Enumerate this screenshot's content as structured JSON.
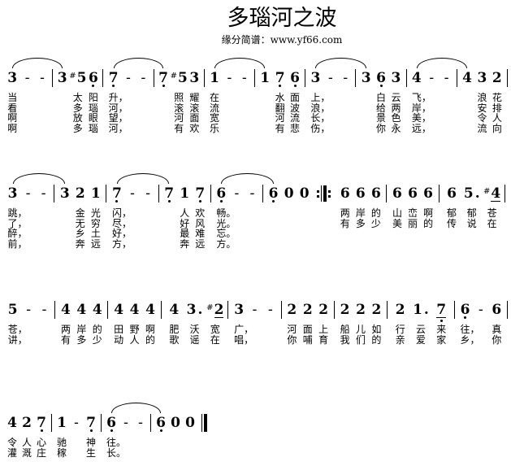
{
  "title": "多瑙河之波",
  "subtitle": "缘分简谱：www.yf66.com",
  "score": {
    "rows": [
      {
        "measures": [
          {
            "notes": [
              {
                "n": "3",
                "lyrics": [
                  "当",
                  "看",
                  "啊",
                  "啊"
                ]
              },
              {
                "n": "-"
              },
              {
                "n": "-"
              }
            ]
          },
          {
            "notes": [
              {
                "n": "3"
              },
              {
                "n": "5",
                "acc": "#",
                "lyrics": [
                  "太",
                  "多",
                  "放",
                  "多"
                ]
              },
              {
                "n": "6",
                "low": true,
                "lyrics": [
                  "阳",
                  "瑙",
                  "眼",
                  "瑙"
                ]
              }
            ]
          },
          {
            "notes": [
              {
                "n": "7",
                "low": true,
                "lyrics": [
                  "升，",
                  "河，",
                  "望，",
                  "河，"
                ]
              },
              {
                "n": "-"
              },
              {
                "n": "-"
              }
            ]
          },
          {
            "notes": [
              {
                "n": "7",
                "low": true
              },
              {
                "n": "5",
                "acc": "#",
                "lyrics": [
                  "照",
                  "滚",
                  "河",
                  "有"
                ]
              },
              {
                "n": "3",
                "lyrics": [
                  "耀",
                  "滚",
                  "面",
                  "欢"
                ]
              }
            ]
          },
          {
            "notes": [
              {
                "n": "1",
                "lyrics": [
                  "在",
                  "流",
                  "宽",
                  "乐"
                ]
              },
              {
                "n": "-"
              },
              {
                "n": "-"
              }
            ]
          },
          {
            "notes": [
              {
                "n": "1"
              },
              {
                "n": "7",
                "low": true,
                "lyrics": [
                  "水",
                  "翻",
                  "河",
                  "有"
                ]
              },
              {
                "n": "6",
                "low": true,
                "lyrics": [
                  "面",
                  "波",
                  "流",
                  "悲"
                ]
              }
            ]
          },
          {
            "notes": [
              {
                "n": "3",
                "lyrics": [
                  "上，",
                  "浪，",
                  "长，",
                  "伤，"
                ]
              },
              {
                "n": "-"
              },
              {
                "n": "-"
              }
            ]
          },
          {
            "notes": [
              {
                "n": "3"
              },
              {
                "n": "6",
                "low": true,
                "lyrics": [
                  "白",
                  "给",
                  "景",
                  "你"
                ]
              },
              {
                "n": "3",
                "lyrics": [
                  "云",
                  "两",
                  "色",
                  "永"
                ]
              }
            ]
          },
          {
            "notes": [
              {
                "n": "4",
                "lyrics": [
                  "飞，",
                  "岸，",
                  "美，",
                  "远，"
                ]
              },
              {
                "n": "-"
              },
              {
                "n": "-"
              }
            ]
          },
          {
            "notes": [
              {
                "n": "4"
              },
              {
                "n": "3",
                "lyrics": [
                  "浪",
                  "安",
                  "令",
                  "流"
                ]
              },
              {
                "n": "2",
                "lyrics": [
                  "花",
                  "排",
                  "人",
                  "向"
                ]
              }
            ]
          }
        ],
        "slurs": [
          {
            "from": [
              0,
              0
            ],
            "to": [
              1,
              0
            ]
          },
          {
            "from": [
              2,
              0
            ],
            "to": [
              3,
              0
            ]
          },
          {
            "from": [
              4,
              0
            ],
            "to": [
              5,
              0
            ]
          },
          {
            "from": [
              6,
              0
            ],
            "to": [
              7,
              0
            ]
          },
          {
            "from": [
              8,
              0
            ],
            "to": [
              9,
              0
            ]
          }
        ]
      },
      {
        "measures": [
          {
            "notes": [
              {
                "n": "3",
                "lyrics": [
                  "跳，",
                  "了，",
                  "醉，",
                  "前，"
                ]
              },
              {
                "n": "-"
              },
              {
                "n": "-"
              }
            ]
          },
          {
            "notes": [
              {
                "n": "3"
              },
              {
                "n": "2",
                "lyrics": [
                  "金",
                  "无",
                  "乡",
                  "奔"
                ]
              },
              {
                "n": "1",
                "lyrics": [
                  "光",
                  "穷",
                  "土",
                  "远"
                ]
              }
            ]
          },
          {
            "notes": [
              {
                "n": "7",
                "low": true,
                "lyrics": [
                  "闪，",
                  "尽，",
                  "好，",
                  "方，"
                ]
              },
              {
                "n": "-"
              },
              {
                "n": "-"
              }
            ]
          },
          {
            "notes": [
              {
                "n": "7",
                "low": true
              },
              {
                "n": "1",
                "lyrics": [
                  "人",
                  "好",
                  "最",
                  "奔"
                ]
              },
              {
                "n": "7",
                "low": true,
                "lyrics": [
                  "欢",
                  "风",
                  "难",
                  "远"
                ]
              }
            ]
          },
          {
            "notes": [
              {
                "n": "6",
                "low": true,
                "lyrics": [
                  "畅。",
                  "光。",
                  "忘。",
                  "方。"
                ]
              },
              {
                "n": "-"
              },
              {
                "n": "-"
              }
            ]
          },
          {
            "notes": [
              {
                "n": "6",
                "low": true
              },
              {
                "n": "0"
              },
              {
                "n": "0"
              }
            ],
            "bar": "repeat"
          },
          {
            "notes": [
              {
                "n": "6",
                "lyrics": [
                  "两",
                  "有"
                ]
              },
              {
                "n": "6",
                "lyrics": [
                  "岸",
                  "多"
                ]
              },
              {
                "n": "6",
                "lyrics": [
                  "的",
                  "少"
                ]
              }
            ]
          },
          {
            "notes": [
              {
                "n": "6",
                "lyrics": [
                  "山",
                  "美"
                ]
              },
              {
                "n": "6",
                "lyrics": [
                  "峦",
                  "丽"
                ]
              },
              {
                "n": "6",
                "lyrics": [
                  "啊",
                  "的"
                ]
              }
            ]
          },
          {
            "notes": [
              {
                "n": "6",
                "lyrics": [
                  "郁",
                  "传"
                ]
              },
              {
                "n": "5",
                "dot": true,
                "lyrics": [
                  "郁",
                  "说"
                ]
              },
              {
                "n": "4",
                "acc": "#",
                "ul": true,
                "lyrics": [
                  "苍",
                  "在"
                ]
              }
            ]
          }
        ],
        "slurs": [
          {
            "from": [
              0,
              0
            ],
            "to": [
              1,
              0
            ]
          },
          {
            "from": [
              2,
              0
            ],
            "to": [
              3,
              0
            ]
          },
          {
            "from": [
              4,
              0
            ],
            "to": [
              5,
              0
            ]
          }
        ]
      },
      {
        "measures": [
          {
            "notes": [
              {
                "n": "5",
                "lyrics": [
                  "苍，",
                  "讲，"
                ]
              },
              {
                "n": "-"
              },
              {
                "n": "-"
              }
            ]
          },
          {
            "notes": [
              {
                "n": "4",
                "lyrics": [
                  "两",
                  "有"
                ]
              },
              {
                "n": "4",
                "lyrics": [
                  "岸",
                  "多"
                ]
              },
              {
                "n": "4",
                "lyrics": [
                  "的",
                  "少"
                ]
              }
            ]
          },
          {
            "notes": [
              {
                "n": "4",
                "lyrics": [
                  "田",
                  "动"
                ]
              },
              {
                "n": "4",
                "lyrics": [
                  "野",
                  "人"
                ]
              },
              {
                "n": "4",
                "lyrics": [
                  "啊",
                  "的"
                ]
              }
            ]
          },
          {
            "notes": [
              {
                "n": "4",
                "lyrics": [
                  "肥",
                  "歌"
                ]
              },
              {
                "n": "3",
                "dot": true,
                "lyrics": [
                  "沃",
                  "谣"
                ]
              },
              {
                "n": "2",
                "acc": "#",
                "ul": true,
                "lyrics": [
                  "宽",
                  "在"
                ]
              }
            ]
          },
          {
            "notes": [
              {
                "n": "3",
                "lyrics": [
                  "广，",
                  "唱，"
                ]
              },
              {
                "n": "-"
              },
              {
                "n": "-"
              }
            ]
          },
          {
            "notes": [
              {
                "n": "2",
                "lyrics": [
                  "河",
                  "你"
                ]
              },
              {
                "n": "2",
                "lyrics": [
                  "面",
                  "哺"
                ]
              },
              {
                "n": "2",
                "lyrics": [
                  "上",
                  "育"
                ]
              }
            ]
          },
          {
            "notes": [
              {
                "n": "2",
                "lyrics": [
                  "船",
                  "我"
                ]
              },
              {
                "n": "2",
                "lyrics": [
                  "儿",
                  "们"
                ]
              },
              {
                "n": "2",
                "lyrics": [
                  "如",
                  "的"
                ]
              }
            ]
          },
          {
            "notes": [
              {
                "n": "2",
                "lyrics": [
                  "行",
                  "亲"
                ]
              },
              {
                "n": "1",
                "dot": true,
                "lyrics": [
                  "云",
                  "爱"
                ]
              },
              {
                "n": "7",
                "low": true,
                "ul": true,
                "lyrics": [
                  "来",
                  "家"
                ]
              }
            ]
          },
          {
            "notes": [
              {
                "n": "6",
                "low": true,
                "lyrics": [
                  "往，",
                  "乡，"
                ]
              },
              {
                "n": "-"
              },
              {
                "n": "6",
                "lyrics": [
                  "真",
                  "你"
                ]
              }
            ]
          }
        ],
        "slurs": []
      },
      {
        "measures": [
          {
            "notes": [
              {
                "n": "4",
                "lyrics": [
                  "令",
                  "灌"
                ]
              },
              {
                "n": "2",
                "lyrics": [
                  "人",
                  "溉"
                ]
              },
              {
                "n": "7",
                "low": true,
                "lyrics": [
                  "心",
                  "庄"
                ]
              }
            ]
          },
          {
            "notes": [
              {
                "n": "1",
                "lyrics": [
                  "驰",
                  "稼"
                ]
              },
              {
                "n": "-"
              },
              {
                "n": "7",
                "low": true,
                "lyrics": [
                  "神",
                  "生"
                ]
              }
            ]
          },
          {
            "notes": [
              {
                "n": "6",
                "low": true,
                "lyrics": [
                  "往。",
                  "长。"
                ]
              },
              {
                "n": "-"
              },
              {
                "n": "-"
              }
            ]
          },
          {
            "notes": [
              {
                "n": "6",
                "low": true
              },
              {
                "n": "0"
              },
              {
                "n": "0"
              }
            ],
            "bar": "final"
          }
        ],
        "slurs": [
          {
            "from": [
              2,
              0
            ],
            "to": [
              3,
              0
            ]
          }
        ]
      }
    ]
  }
}
